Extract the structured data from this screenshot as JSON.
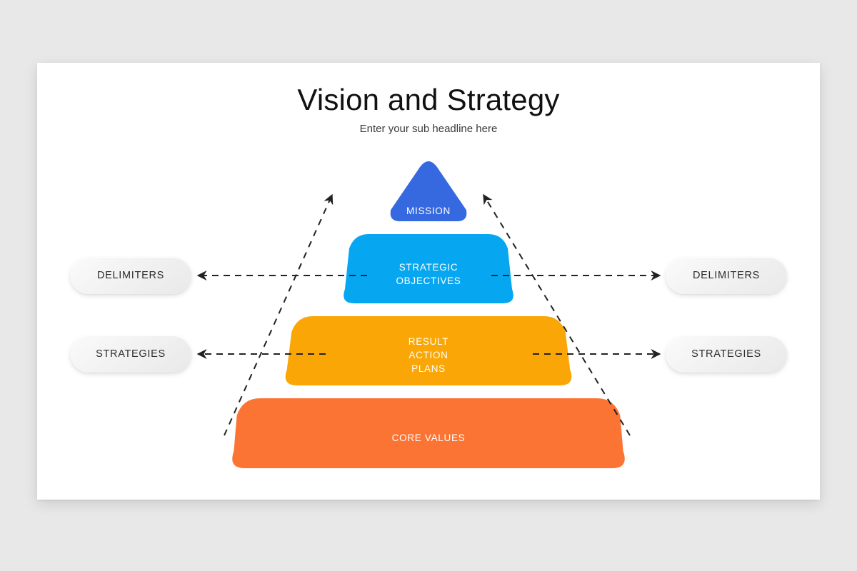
{
  "slide": {
    "title": "Vision and Strategy",
    "subtitle": "Enter your sub headline here",
    "background_color": "#e8e8e9",
    "card_color": "#ffffff"
  },
  "pyramid": {
    "tiers": [
      {
        "id": "mission",
        "label": "MISSION",
        "color": "#3669e0",
        "shape": "rounded-triangle",
        "level": 1
      },
      {
        "id": "strategic-objectives",
        "label": "STRATEGIC\nOBJECTIVES",
        "color": "#06a7f0",
        "shape": "rounded-trapezoid",
        "level": 2
      },
      {
        "id": "result-action-plans",
        "label": "RESULT\nACTION\nPLANS",
        "color": "#f9a606",
        "shape": "rounded-trapezoid",
        "level": 3
      },
      {
        "id": "core-values",
        "label": "CORE VALUES",
        "color": "#fb7434",
        "shape": "rounded-trapezoid",
        "level": 4
      }
    ]
  },
  "callouts": {
    "left": [
      {
        "id": "delimiters-left",
        "label": "DELIMITERS",
        "arrow": "arrow-left"
      },
      {
        "id": "strategies-left",
        "label": "STRATEGIES",
        "arrow": "arrow-left"
      }
    ],
    "right": [
      {
        "id": "delimiters-right",
        "label": "DELIMITERS",
        "arrow": "arrow-right"
      },
      {
        "id": "strategies-right",
        "label": "STRATEGIES",
        "arrow": "arrow-right"
      }
    ]
  },
  "guides": {
    "dash_color": "#222222",
    "style": "dashed",
    "apex_arrows": 2,
    "horizontal_arrows": 4
  }
}
